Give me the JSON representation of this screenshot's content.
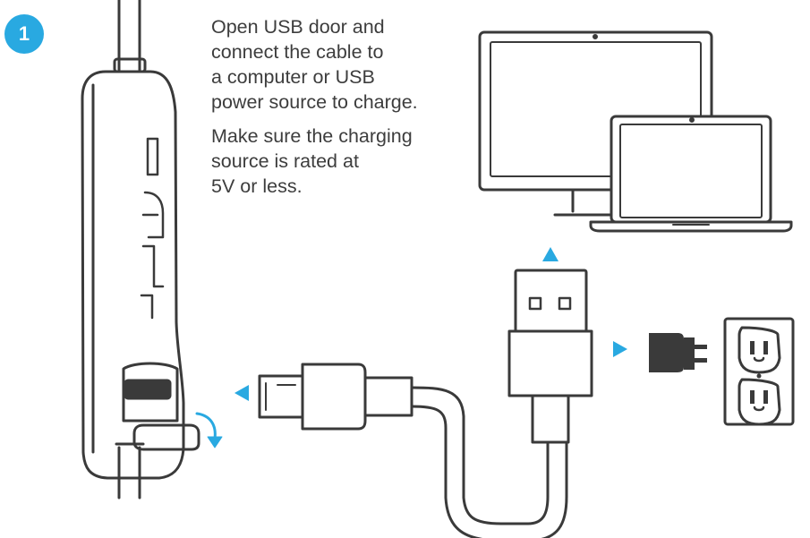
{
  "step": {
    "number": "1",
    "badge_color": "#29a9e1"
  },
  "instructions": {
    "paragraph_1": [
      "Open USB door and",
      "connect the cable to",
      "a computer or USB",
      "power source to charge."
    ],
    "paragraph_2": [
      "Make sure the charging",
      "source is rated at",
      "5V or less."
    ]
  },
  "colors": {
    "stroke": "#3a3a3a",
    "accent": "#29a9e1",
    "text": "#3d3d3d",
    "adapter": "#3a3a3a"
  },
  "icons": [
    "earphone-control-module-icon",
    "monitor-icon",
    "laptop-icon",
    "usb-a-plug-icon",
    "micro-usb-plug-icon",
    "wall-adapter-icon",
    "wall-outlet-icon",
    "rotate-arrow-icon"
  ]
}
